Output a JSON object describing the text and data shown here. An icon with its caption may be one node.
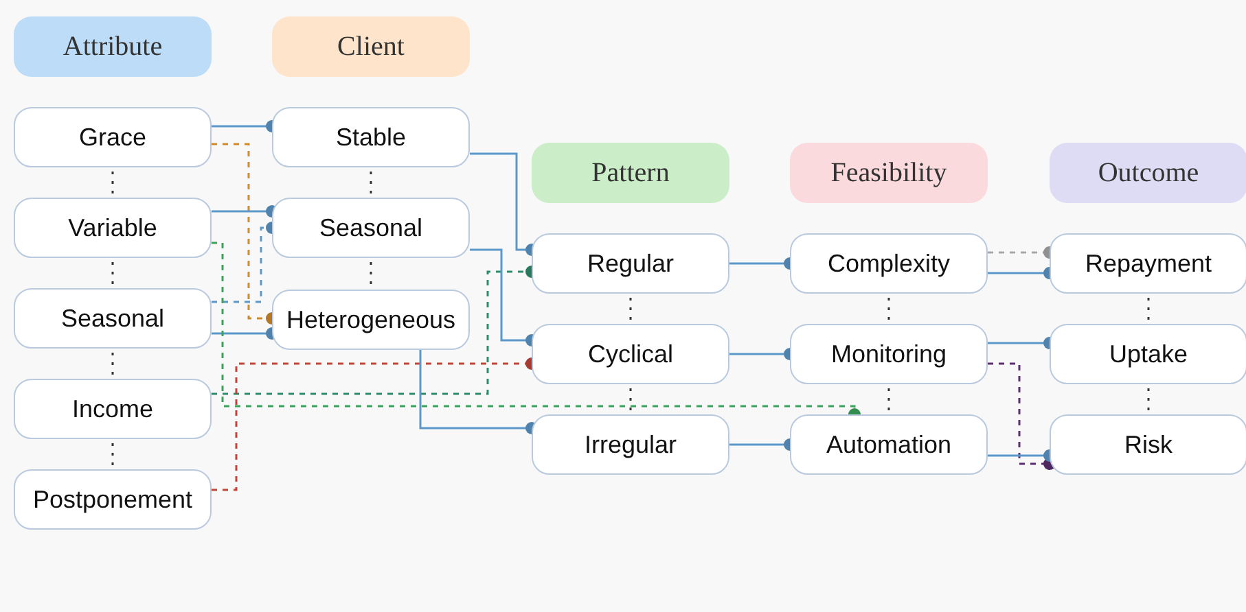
{
  "diagram": {
    "nodes": [
      {
        "text": [
          "Attribute"
        ]
      },
      {
        "text": [
          "Client"
        ]
      },
      {
        "text": [
          "Pattern"
        ]
      },
      {
        "text": [
          "Feasibility"
        ]
      },
      {
        "text": [
          "Outcome"
        ]
      },
      {
        "text": [
          "Grace"
        ]
      },
      {
        "text": [
          "Variable"
        ]
      },
      {
        "text": [
          "Seasonal"
        ]
      },
      {
        "text": [
          "Income"
        ]
      },
      {
        "text": [
          "Postponement"
        ]
      },
      {
        "text": [
          "Stable"
        ]
      },
      {
        "text": [
          "Seasonal"
        ]
      },
      {
        "text": [
          "Heterogeneous"
        ]
      },
      {
        "text": [
          "Regular"
        ]
      },
      {
        "text": [
          "Cyclical"
        ]
      },
      {
        "text": [
          "Irregular"
        ]
      },
      {
        "text": [
          "Complexity"
        ]
      },
      {
        "text": [
          "Monitoring"
        ]
      },
      {
        "text": [
          "Automation"
        ]
      },
      {
        "text": [
          "Repayment"
        ]
      },
      {
        "text": [
          "Uptake"
        ]
      },
      {
        "text": [
          "Risk"
        ]
      }
    ],
    "edges": [
      {
        "from": 5,
        "to": 10,
        "arrow": "other"
      },
      {
        "from": 5,
        "to": 12,
        "arrow": "other",
        "style": "dashed",
        "color": "#d08a2a"
      },
      {
        "from": 6,
        "to": 11,
        "arrow": "other"
      },
      {
        "from": 7,
        "to": 11,
        "arrow": "other",
        "style": "dashed"
      },
      {
        "from": 7,
        "to": 12,
        "arrow": "other"
      },
      {
        "from": 8,
        "to": 13,
        "arrow": "other",
        "style": "dashed",
        "color": "#2e8b6a"
      },
      {
        "from": 6,
        "to": 18,
        "arrow": "other",
        "style": "dashed",
        "color": "#3aa35a"
      },
      {
        "from": 9,
        "to": 14,
        "arrow": "other",
        "style": "dashed",
        "color": "#c0443a"
      },
      {
        "from": 10,
        "to": 13,
        "arrow": "other"
      },
      {
        "from": 11,
        "to": 14,
        "arrow": "other"
      },
      {
        "from": 12,
        "to": 15,
        "arrow": "other"
      },
      {
        "from": 13,
        "to": 16,
        "arrow": "other"
      },
      {
        "from": 14,
        "to": 17,
        "arrow": "other"
      },
      {
        "from": 15,
        "to": 18,
        "arrow": "other"
      },
      {
        "from": 16,
        "to": 19,
        "arrow": "other",
        "style": "dashed",
        "color": "#a6a6a6"
      },
      {
        "from": 16,
        "to": 19,
        "arrow": "other"
      },
      {
        "from": 17,
        "to": 20,
        "arrow": "other"
      },
      {
        "from": 17,
        "to": 21,
        "arrow": "other",
        "style": "dashed",
        "color": "#5a2d6e"
      },
      {
        "from": 18,
        "to": 21,
        "arrow": "other"
      },
      {
        "from": 5,
        "to": 6,
        "arrow": "none",
        "style": "dashed",
        "color": "#333333"
      },
      {
        "from": 6,
        "to": 7,
        "arrow": "none",
        "style": "dashed",
        "color": "#333333"
      },
      {
        "from": 7,
        "to": 8,
        "arrow": "none",
        "style": "dashed",
        "color": "#333333"
      },
      {
        "from": 8,
        "to": 9,
        "arrow": "none",
        "style": "dashed",
        "color": "#333333"
      },
      {
        "from": 10,
        "to": 11,
        "arrow": "none",
        "style": "dashed",
        "color": "#333333"
      },
      {
        "from": 11,
        "to": 12,
        "arrow": "none",
        "style": "dashed",
        "color": "#333333"
      },
      {
        "from": 13,
        "to": 14,
        "arrow": "none",
        "style": "dashed",
        "color": "#333333"
      },
      {
        "from": 14,
        "to": 15,
        "arrow": "none",
        "style": "dashed",
        "color": "#333333"
      },
      {
        "from": 16,
        "to": 17,
        "arrow": "none",
        "style": "dashed",
        "color": "#333333"
      },
      {
        "from": 17,
        "to": 18,
        "arrow": "none",
        "style": "dashed",
        "color": "#333333"
      },
      {
        "from": 19,
        "to": 20,
        "arrow": "none",
        "style": "dashed",
        "color": "#333333"
      },
      {
        "from": 20,
        "to": 21,
        "arrow": "none",
        "style": "dashed",
        "color": "#333333"
      }
    ]
  }
}
